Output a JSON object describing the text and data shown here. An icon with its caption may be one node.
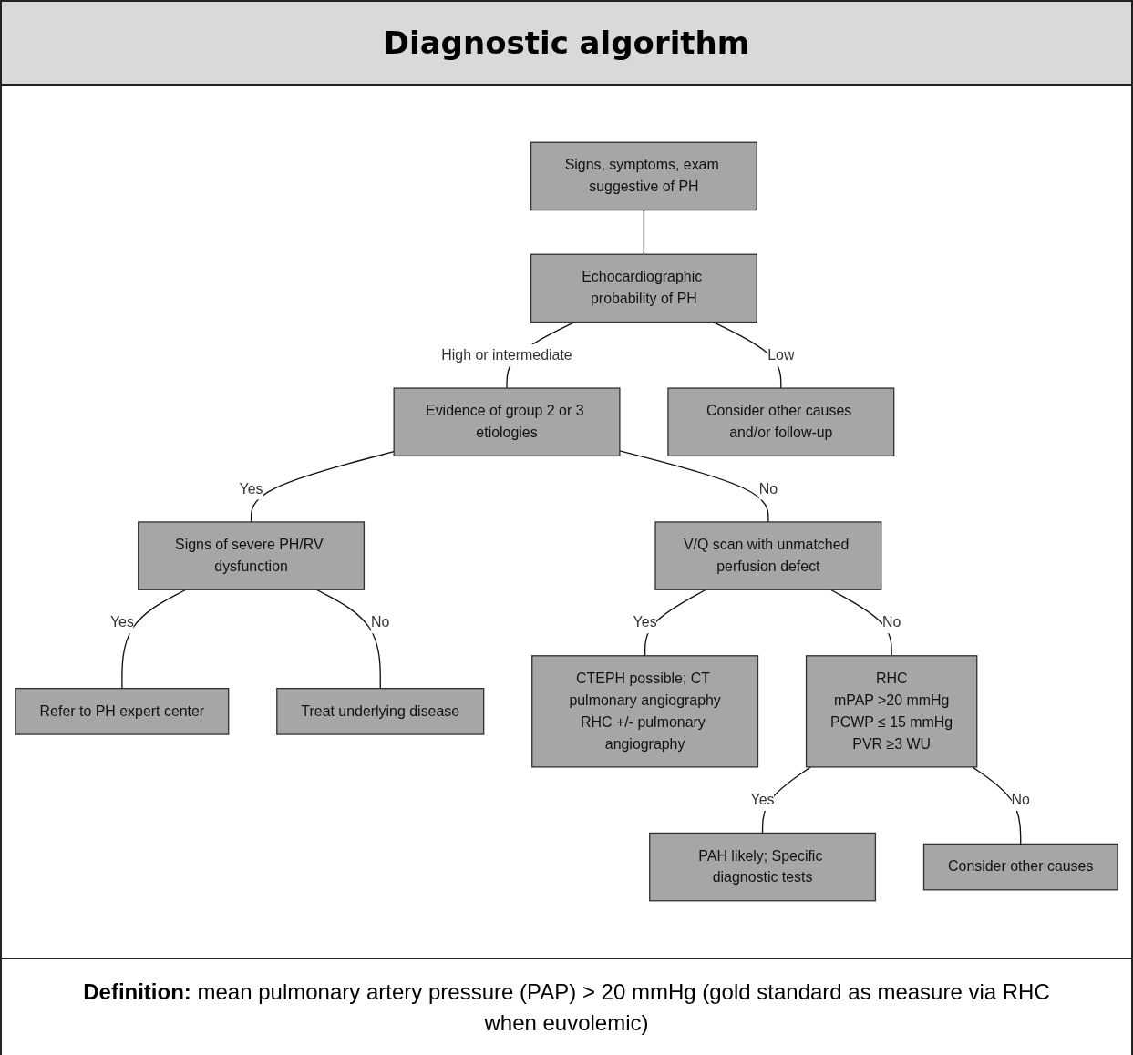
{
  "diagram": {
    "title": "Diagnostic algorithm",
    "caption": "**Definition:** mean pulmonary artery pressure (PAP) > 20 mmHg (gold standard as measure via RHC when euvolemic)",
    "nodes": [
      {
        "text": [
          "Signs, symptoms, exam suggestive of PH"
        ]
      },
      {
        "text": [
          "Echocardiographic probability of PH"
        ]
      },
      {
        "text": [
          "Evidence of group 2 or 3 etiologies"
        ]
      },
      {
        "text": [
          "Consider other causes and/or follow-up"
        ]
      },
      {
        "text": [
          "Signs of severe PH/RV dysfunction"
        ]
      },
      {
        "text": [
          "V/Q scan with unmatched perfusion defect"
        ]
      },
      {
        "text": [
          "Refer to PH expert center"
        ]
      },
      {
        "text": [
          "Treat underlying disease"
        ]
      },
      {
        "text": [
          "CTEPH possible; CT pulmonary angiography",
          "RHC +/- pulmonary angiography"
        ]
      },
      {
        "text": [
          "RHC",
          "mPAP >20 mmHg",
          "PCWP ≤ 15 mmHg",
          "PVR ≥3 WU"
        ]
      },
      {
        "text": [
          "PAH likely; Specific diagnostic tests"
        ]
      },
      {
        "text": [
          "Consider other causes"
        ]
      }
    ],
    "edges": [
      {
        "from": 0,
        "to": 1,
        "arrow": "none"
      },
      {
        "from": 1,
        "to": 2,
        "arrow": "none",
        "label": "High or intermediate"
      },
      {
        "from": 1,
        "to": 3,
        "arrow": "none",
        "label": "Low"
      },
      {
        "from": 2,
        "to": 4,
        "arrow": "none",
        "label": "Yes"
      },
      {
        "from": 2,
        "to": 5,
        "arrow": "none",
        "label": "No"
      },
      {
        "from": 4,
        "to": 6,
        "arrow": "none",
        "label": "Yes"
      },
      {
        "from": 4,
        "to": 7,
        "arrow": "none",
        "label": "No"
      },
      {
        "from": 5,
        "to": 8,
        "arrow": "none",
        "label": "Yes"
      },
      {
        "from": 5,
        "to": 9,
        "arrow": "none",
        "label": "No"
      },
      {
        "from": 9,
        "to": 10,
        "arrow": "none",
        "label": "Yes"
      },
      {
        "from": 9,
        "to": 11,
        "arrow": "none",
        "label": "No"
      }
    ]
  }
}
